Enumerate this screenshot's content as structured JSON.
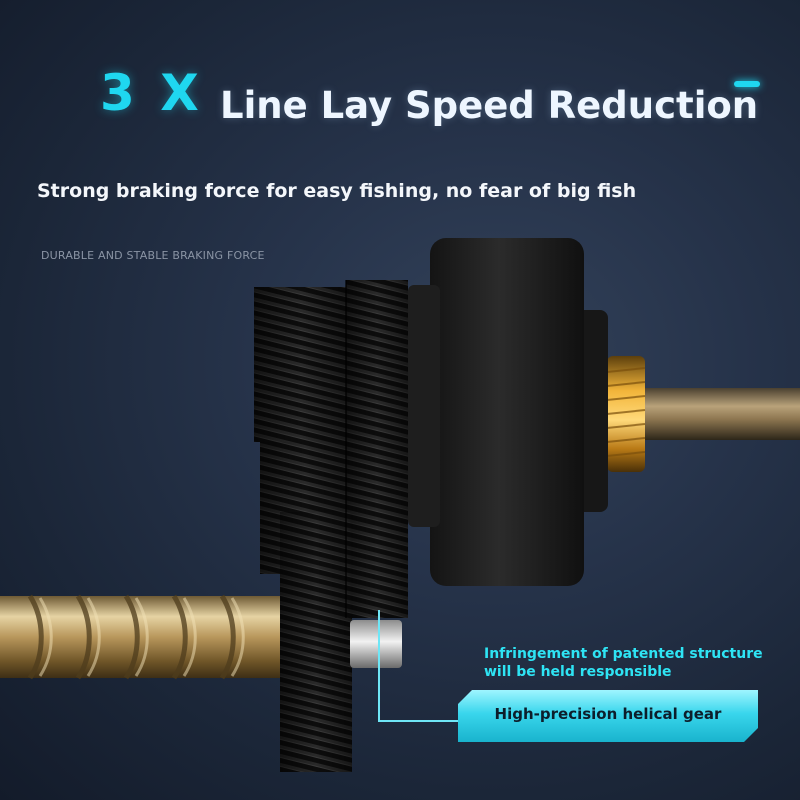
{
  "headline": {
    "multiplier": "3 X",
    "title": "Line Lay Speed Reduction"
  },
  "subtitle": "Strong braking force for easy fishing, no fear of big fish",
  "tagline": "DURABLE AND STABLE BRAKING FORCE",
  "notice": {
    "line1": "Infringement of patented structure",
    "line2": "will be held responsible"
  },
  "callout": {
    "label": "High-precision helical gear"
  },
  "colors": {
    "accent": "#1fd7f0",
    "background": "#1f2a3d",
    "callout_fill": "#39d6ec"
  }
}
